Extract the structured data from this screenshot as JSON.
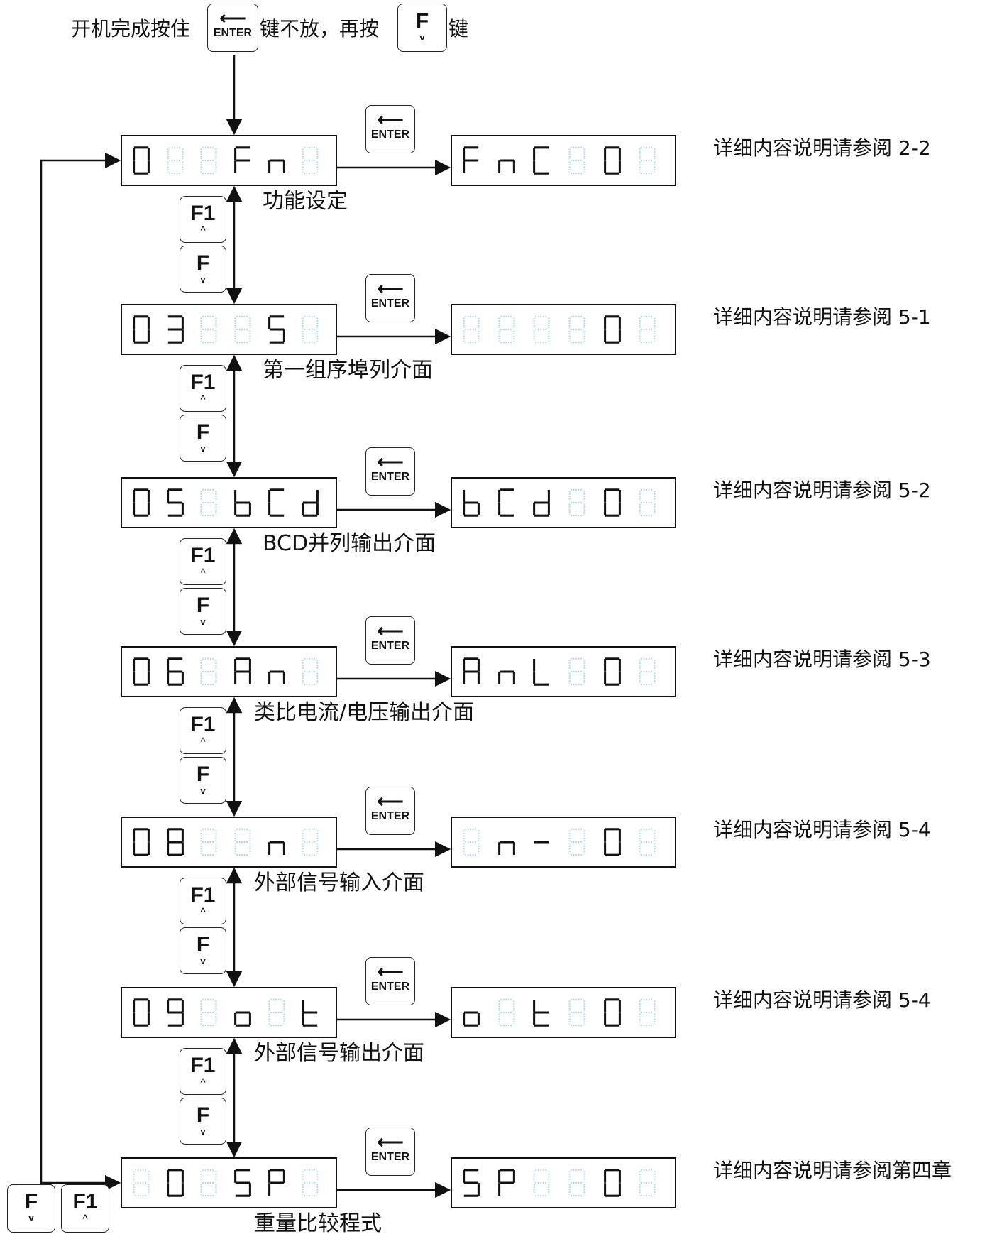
{
  "header": {
    "text1": "开机完成按住",
    "text2": "键不放，再按",
    "text3": "键"
  },
  "keys": {
    "enter_arrow": "⟵",
    "enter_label": "ENTER",
    "f_label": "F",
    "f1_label": "F1",
    "down_glyph": "v",
    "up_glyph": "^"
  },
  "rows": [
    {
      "left_display": [
        "0",
        "1",
        "",
        "F",
        "n",
        "C"
      ],
      "left_lit": [
        1,
        0,
        0,
        1,
        1,
        0
      ],
      "right_display": [
        "F",
        "n",
        "C",
        "-",
        "0",
        "1"
      ],
      "right_lit": [
        1,
        1,
        1,
        0,
        1,
        0
      ],
      "caption": "功能设定",
      "reference": "详细内容说明请参阅 2-2"
    },
    {
      "left_display": [
        "0",
        "3",
        "",
        "r",
        "S",
        "1"
      ],
      "left_lit": [
        1,
        1,
        0,
        0,
        1,
        0
      ],
      "right_display": [
        "r",
        "S",
        "1",
        "-",
        "0",
        "1"
      ],
      "right_lit": [
        0,
        0,
        0,
        0,
        1,
        0
      ],
      "caption": "第一组序埠列介面",
      "reference": "详细内容说明请参阅 5-1"
    },
    {
      "left_display": [
        "0",
        "5",
        "",
        "b",
        "C",
        "d"
      ],
      "left_lit": [
        1,
        1,
        0,
        1,
        1,
        1
      ],
      "right_display": [
        "b",
        "C",
        "d",
        "-",
        "0",
        "1"
      ],
      "right_lit": [
        1,
        1,
        1,
        0,
        1,
        0
      ],
      "caption": "BCD并列输出介面",
      "reference": "详细内容说明请参阅 5-2"
    },
    {
      "left_display": [
        "0",
        "6",
        "",
        "A",
        "n",
        "L"
      ],
      "left_lit": [
        1,
        1,
        0,
        1,
        1,
        0
      ],
      "right_display": [
        "A",
        "n",
        "L",
        "-",
        "0",
        "1"
      ],
      "right_lit": [
        1,
        1,
        1,
        0,
        1,
        0
      ],
      "caption": "类比电流/电压输出介面",
      "reference": "详细内容说明请参阅 5-3"
    },
    {
      "left_display": [
        "0",
        "8",
        "",
        "i",
        "n",
        ""
      ],
      "left_lit": [
        1,
        1,
        0,
        0,
        1,
        0
      ],
      "right_display": [
        "i",
        "n",
        "-",
        "",
        "0",
        "1"
      ],
      "right_lit": [
        0,
        1,
        1,
        0,
        1,
        0
      ],
      "caption": "外部信号输入介面",
      "reference": "详细内容说明请参阅 5-4"
    },
    {
      "left_display": [
        "0",
        "9",
        "",
        "o",
        "u",
        "t"
      ],
      "left_lit": [
        1,
        1,
        0,
        1,
        0,
        1
      ],
      "right_display": [
        "o",
        "u",
        "t",
        "-",
        "0",
        "1"
      ],
      "right_lit": [
        1,
        0,
        1,
        0,
        1,
        0
      ],
      "caption": "外部信号输出介面",
      "reference": "详细内容说明请参阅 5-4"
    },
    {
      "left_display": [
        "1",
        "0",
        "",
        "S",
        "P",
        ""
      ],
      "left_lit": [
        0,
        1,
        0,
        1,
        1,
        0
      ],
      "right_display": [
        "S",
        "P",
        "-",
        "",
        "0",
        "1"
      ],
      "right_lit": [
        1,
        1,
        0,
        0,
        1,
        0
      ],
      "caption": "重量比较程式",
      "reference": "详细内容说明请参阅第四章"
    }
  ],
  "colors": {
    "lit": "#111111",
    "dim": "#a9d9e6",
    "line": "#111111"
  }
}
